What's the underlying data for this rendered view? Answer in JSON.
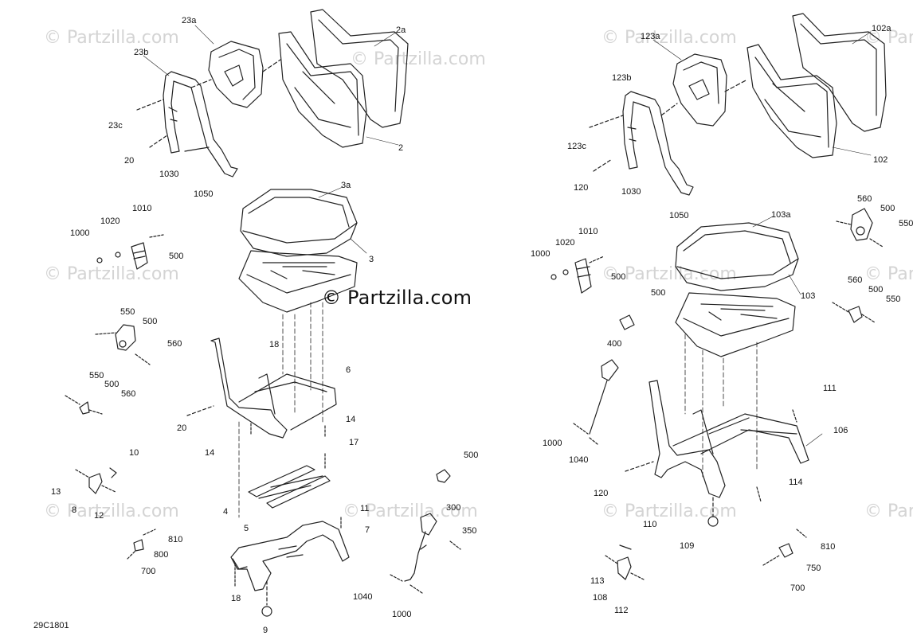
{
  "diagram": {
    "id": "29C1801",
    "brand": "© Partzilla.com",
    "watermark": "© Partzilla.com",
    "left_assembly": {
      "labels": [
        "23a",
        "2a",
        "23b",
        "23c",
        "20",
        "1030",
        "2",
        "1050",
        "3a",
        "3",
        "1010",
        "1020",
        "1000",
        "500",
        "550",
        "500",
        "560",
        "550",
        "500",
        "560",
        "18",
        "6",
        "20",
        "14",
        "14",
        "17",
        "10",
        "13",
        "8",
        "12",
        "4",
        "5",
        "11",
        "7",
        "500",
        "300",
        "350",
        "810",
        "800",
        "700",
        "18",
        "9",
        "1040",
        "1000"
      ]
    },
    "right_assembly": {
      "labels": [
        "123a",
        "102a",
        "123b",
        "123c",
        "120",
        "1030",
        "102",
        "1050",
        "103a",
        "560",
        "500",
        "550",
        "1010",
        "1020",
        "1000",
        "500",
        "500",
        "103",
        "560",
        "500",
        "550",
        "400",
        "111",
        "106",
        "1000",
        "1040",
        "120",
        "114",
        "110",
        "109",
        "810",
        "750",
        "113",
        "108",
        "112",
        "700"
      ]
    }
  }
}
